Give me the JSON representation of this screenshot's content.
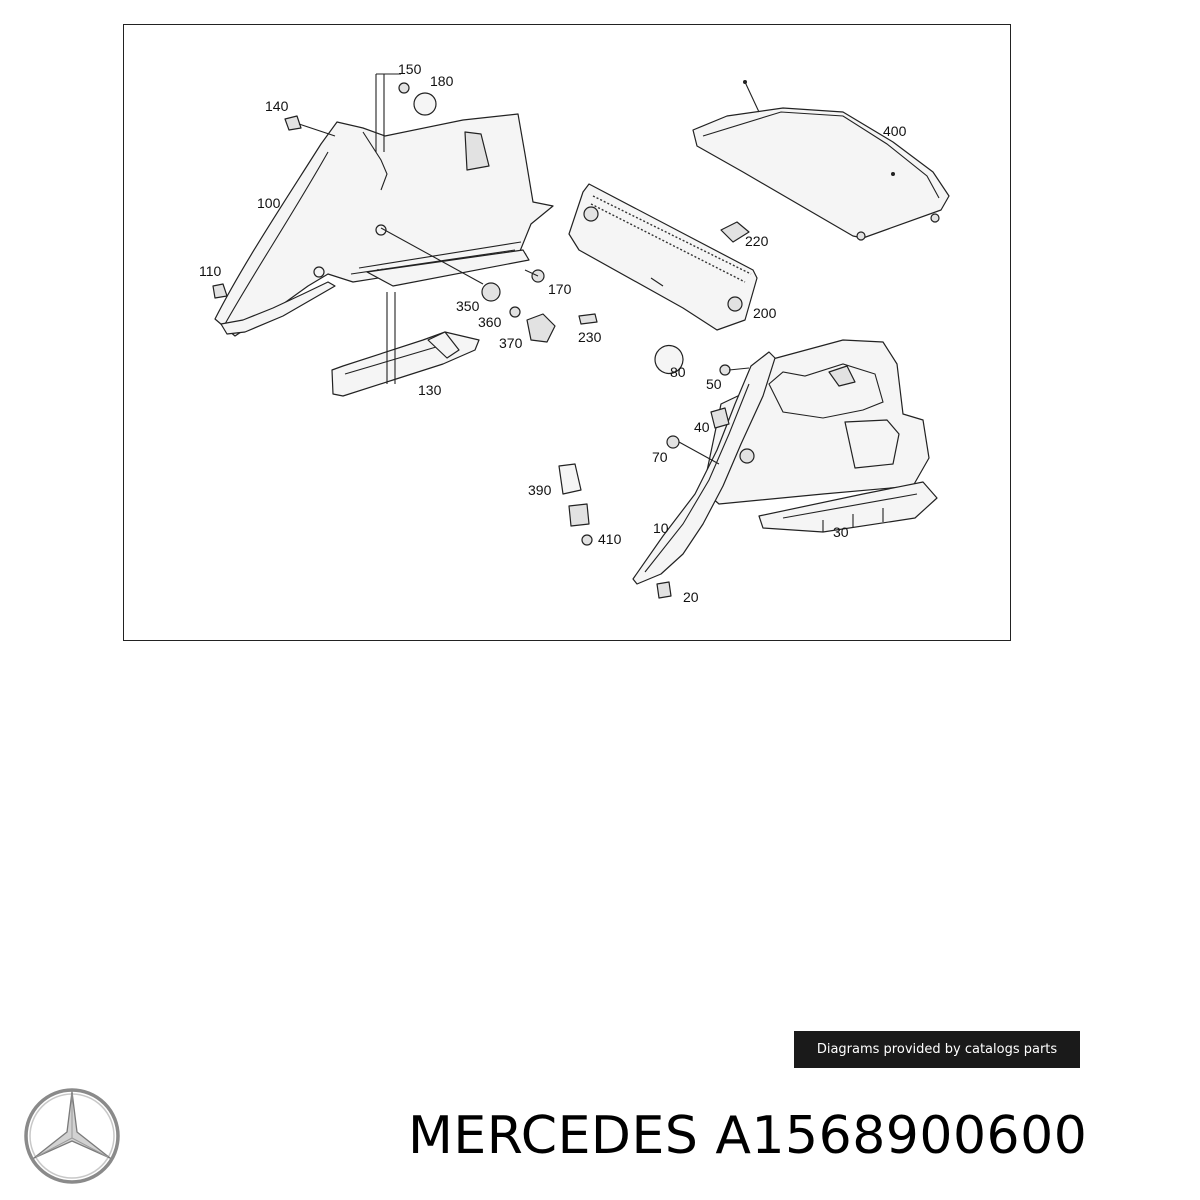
{
  "diagram": {
    "callouts": [
      {
        "id": "c150",
        "label": "150"
      },
      {
        "id": "c180",
        "label": "180"
      },
      {
        "id": "c140",
        "label": "140"
      },
      {
        "id": "c100",
        "label": "100"
      },
      {
        "id": "c110",
        "label": "110"
      },
      {
        "id": "c350",
        "label": "350"
      },
      {
        "id": "c360",
        "label": "360"
      },
      {
        "id": "c370",
        "label": "370"
      },
      {
        "id": "c170",
        "label": "170"
      },
      {
        "id": "c230",
        "label": "230"
      },
      {
        "id": "c130",
        "label": "130"
      },
      {
        "id": "c400",
        "label": "400"
      },
      {
        "id": "c220",
        "label": "220"
      },
      {
        "id": "c200",
        "label": "200"
      },
      {
        "id": "c80",
        "label": "80"
      },
      {
        "id": "c50",
        "label": "50"
      },
      {
        "id": "c40",
        "label": "40"
      },
      {
        "id": "c70",
        "label": "70"
      },
      {
        "id": "c390",
        "label": "390"
      },
      {
        "id": "c410",
        "label": "410"
      },
      {
        "id": "c10",
        "label": "10"
      },
      {
        "id": "c30",
        "label": "30"
      },
      {
        "id": "c20",
        "label": "20"
      }
    ]
  },
  "credit_text": "Diagrams provided by catalogs parts",
  "brand": "MERCEDES",
  "part_number": "A1568900600",
  "logo_icon": "mercedes-star-icon"
}
